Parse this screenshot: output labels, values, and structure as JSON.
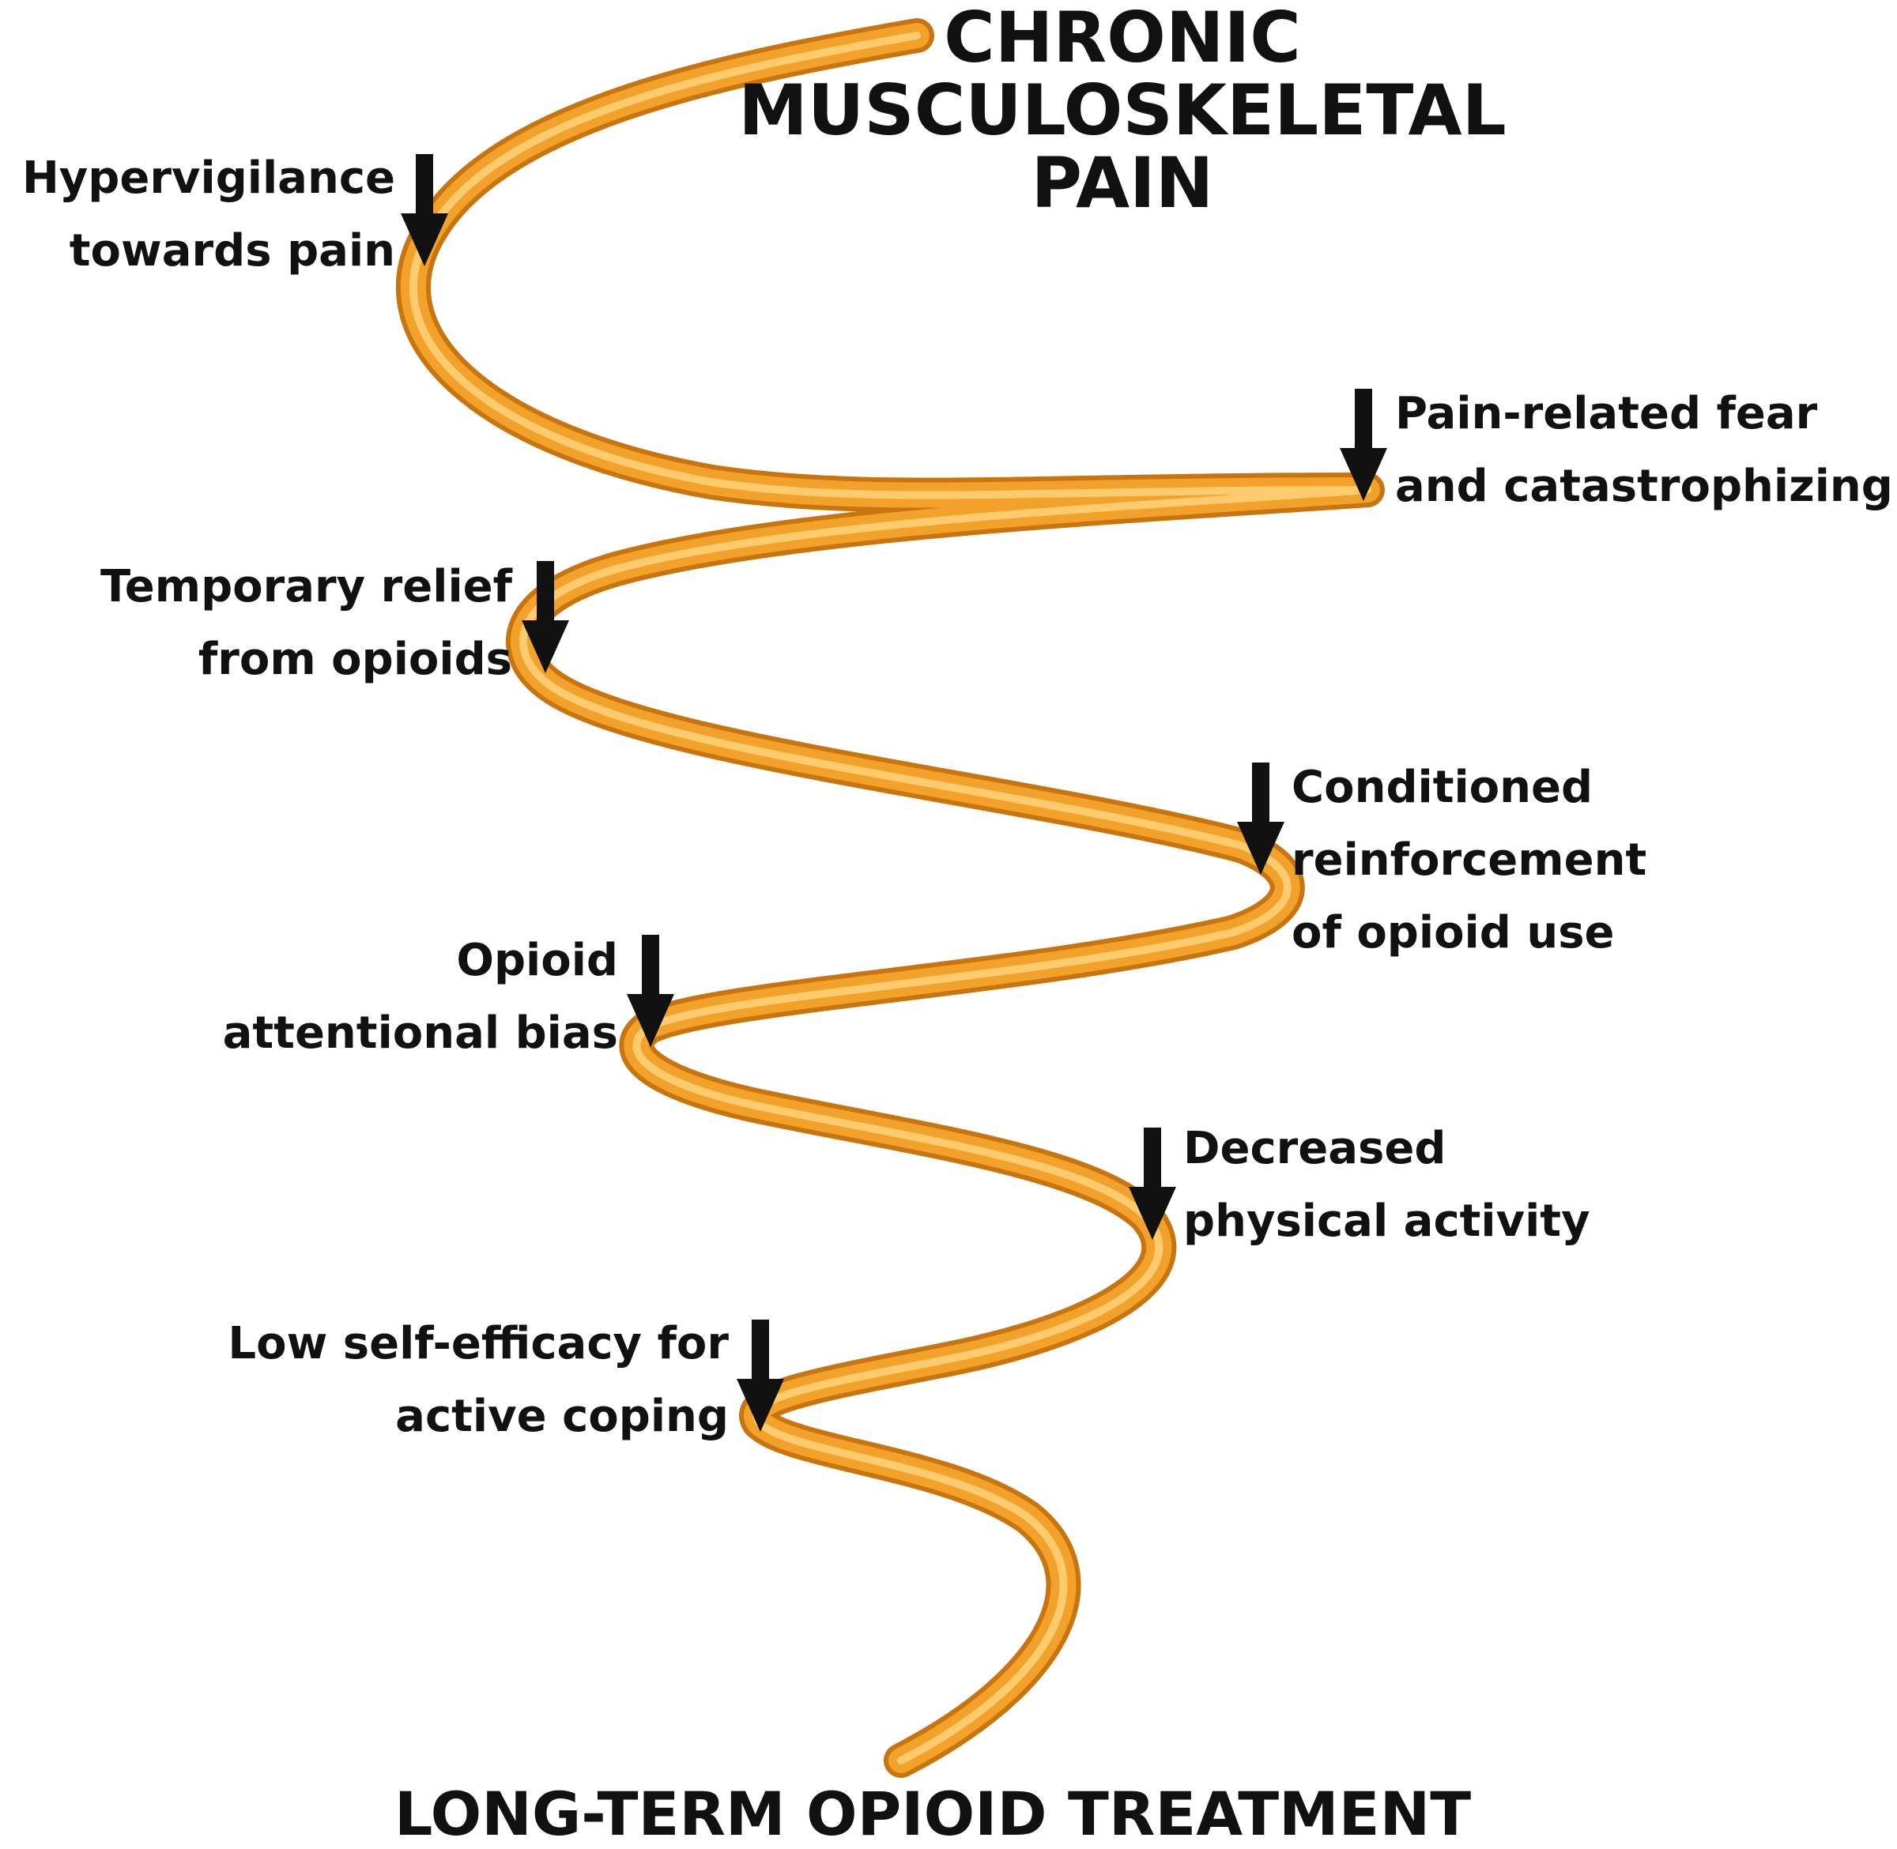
{
  "title": {
    "lines": [
      "CHRONIC",
      "MUSCULOSKELETAL",
      "PAIN"
    ]
  },
  "bottom_title": "LONG-TERM OPIOID TREATMENT",
  "colors": {
    "spiral_dark": "#c8740f",
    "spiral_mid": "#f2a12a",
    "spiral_light": "#ffd27a",
    "arrow": "#111111",
    "text": "#111111"
  },
  "labels": {
    "hypervigilance": [
      "Hypervigilance",
      "towards pain"
    ],
    "pain_fear": [
      "Pain-related fear",
      "and catastrophizing"
    ],
    "temporary_relief": [
      "Temporary relief",
      "from opioids"
    ],
    "conditioned": [
      "Conditioned",
      "reinforcement",
      "of opioid use"
    ],
    "attentional_bias": [
      "Opioid",
      "attentional bias"
    ],
    "decreased_activity": [
      "Decreased",
      "physical activity"
    ],
    "low_self_efficacy": [
      "Low self-efficacy for",
      "active coping"
    ]
  },
  "icons": [
    "down-arrow-icon"
  ]
}
